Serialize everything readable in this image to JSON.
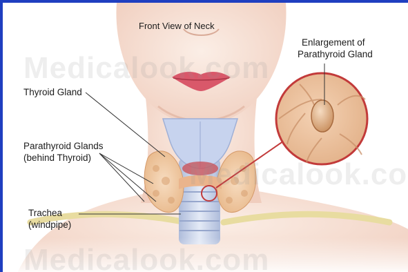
{
  "title": "Front View of Neck",
  "labels": {
    "thyroid": "Thyroid Gland",
    "parathyroid_line1": "Parathyroid Glands",
    "parathyroid_line2": "(behind Thyroid)",
    "trachea_line1": "Trachea",
    "trachea_line2": "(windpipe)",
    "enlargement_line1": "Enlargement of",
    "enlargement_line2": "Parathyroid Gland"
  },
  "watermark": "Medicalook.com",
  "colors": {
    "frame": "#1f3fc0",
    "skin": "#f3d6c8",
    "thyroid": "#f0c8a0",
    "trachea": "#c8d4ea",
    "callout": "#c23a3a",
    "leader": "#333333"
  },
  "icons": [
    "magnify-callout"
  ]
}
